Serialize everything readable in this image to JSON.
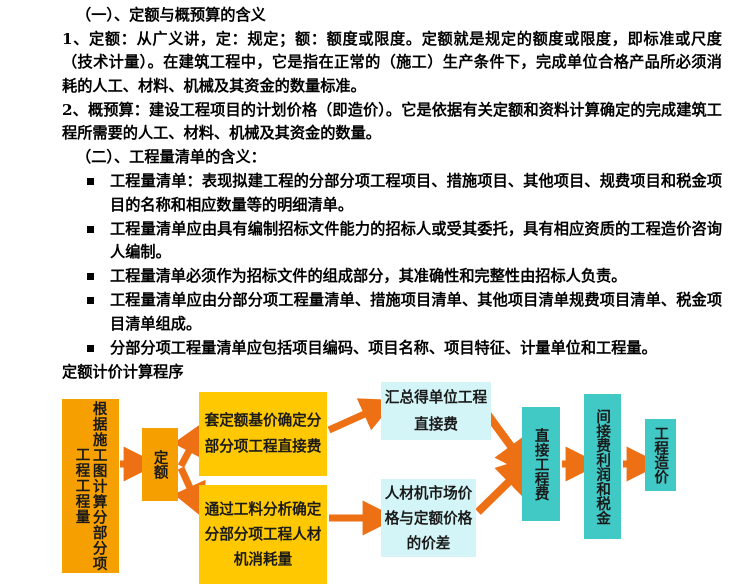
{
  "document": {
    "section_one_title": "（一）、定额与概预算的含义",
    "paragraphs": [
      "1、定额：从广义讲，定：规定；额：额度或限度。定额就是规定的额度或限度，即标准或尺度（技术计量）。在建筑工程中，它是指在正常的（施工）生产条件下，完成单位合格产品所必须消耗的人工、材料、机械及其资金的数量标准。",
      "2、概预算：建设工程项目的计划价格（即造价）。它是依据有关定额和资料计算确定的完成建筑工程所需要的人工、材料、机械及其资金的数量。"
    ],
    "section_two_title": "（二）、工程量清单的含义：",
    "bullets": [
      "工程量清单：表现拟建工程的分部分项工程项目、措施项目、其他项目、规费项目和税金项目的名称和相应数量等的明细清单。",
      "工程量清单应由具有编制招标文件能力的招标人或受其委托，具有相应资质的工程造价咨询人编制。",
      "工程量清单必须作为招标文件的组成部分，其准确性和完整性由招标人负责。",
      "工程量清单应由分部分项工程量清单、措施项目清单、其他项目清单规费项目清单、税金项目清单组成。",
      "分部分项工程量清单应包括项目编码、项目名称、项目特征、计量单位和工程量。"
    ],
    "program_title": "定额计价计算程序"
  },
  "flowchart": {
    "colors": {
      "orange": "#F5A000",
      "gold": "#FFC800",
      "cyan_light": "#D4F5F7",
      "teal": "#41C9C6",
      "arrow": "#ED7014"
    },
    "nodes": {
      "quantity": "根据施工图计算分部分项工程工程量",
      "quota": "定额",
      "apply_quota": "套定额基价确定分部分项工程直接费",
      "material_analysis": "通过工料分析确定分部分项工程人材机消耗量",
      "sum_direct": "汇总得单位工程直接费",
      "market_price": "人材机市场价格与定额价格的价差",
      "direct_fee": "直接工程费",
      "indirect_fee": "间接费利润和税金",
      "total_cost": "工程造价"
    },
    "node_text_columns": {
      "quantity_col_right": "根据施工图计算分",
      "quantity_col_left": "部分项工程工程量"
    },
    "edges": [
      {
        "from": "quantity",
        "to": "quota"
      },
      {
        "from": "quota",
        "to": "apply_quota"
      },
      {
        "from": "quota",
        "to": "material_analysis"
      },
      {
        "from": "apply_quota",
        "to": "sum_direct"
      },
      {
        "from": "material_analysis",
        "to": "market_price"
      },
      {
        "from": "sum_direct",
        "to": "direct_fee"
      },
      {
        "from": "market_price",
        "to": "direct_fee"
      },
      {
        "from": "direct_fee",
        "to": "indirect_fee"
      },
      {
        "from": "indirect_fee",
        "to": "total_cost"
      }
    ]
  }
}
